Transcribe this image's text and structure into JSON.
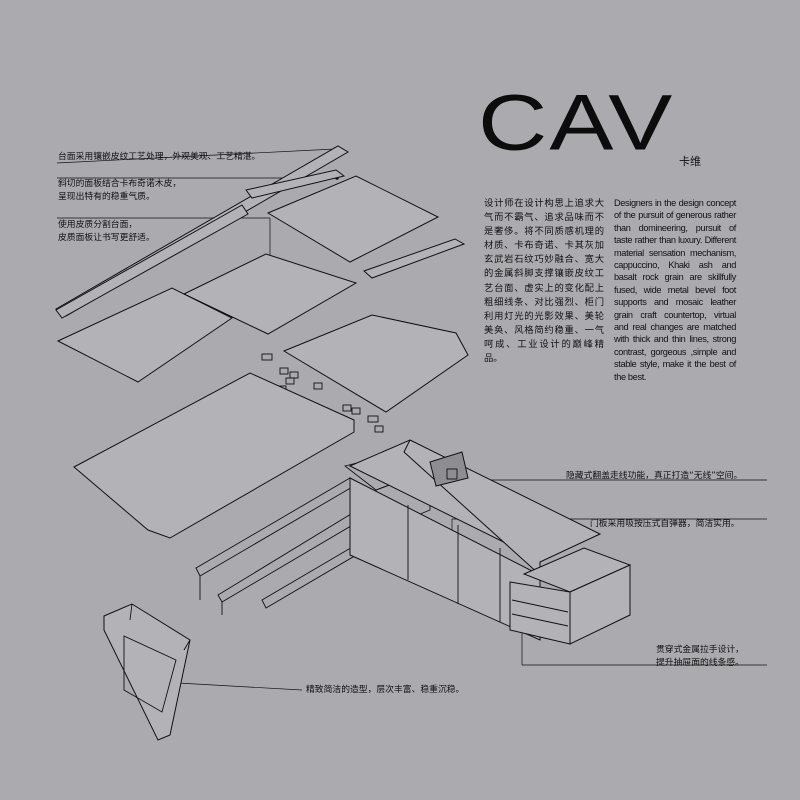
{
  "brand": {
    "logo": "CAV",
    "subtitle": "卡维"
  },
  "description": {
    "chinese": "设计师在设计构思上追求大气而不霸气、追求品味而不是奢侈。将不同质感机理的材质、卡布奇诺、卡其灰加玄武岩石纹巧妙融合、宽大的金属斜脚支撑镶嵌皮纹工艺台面、虚实上的变化配上粗细线条、对比强烈、柜门利用灯光的光影效果、美轮美奂、风格简约稳重、一气呵成、工业设计的巅峰精品。",
    "english": "Designers in the design concept of the pursuit of generous rather than domineering, pursuit of taste rather than luxury. Different material sensation mechanism, cappuccino, Khaki ash and basalt rock grain are skillfully fused, wide metal bevel foot supports and mosaic leather grain craft countertop, virtual and real changes are matched with thick and thin lines, strong contrast, gorgeous ,simple and stable style, make it the best of the best."
  },
  "annotations": {
    "top_surface": "台面采用镶嵌皮纹工艺处理，外观美观、工艺精湛。",
    "bevel_panel_line1": "斜切的面板结合卡布奇诺木皮，",
    "bevel_panel_line2": "呈现出特有的稳重气质。",
    "leather_line1": "使用皮质分割台面，",
    "leather_line2": "皮质面板让书写更舒适。",
    "hidden_cable": "隐藏式翻盖走线功能，真正打造“无线”空间。",
    "door_rebound": "门板采用吸按压式自弹器，简洁实用。",
    "handle_line1": "贯穿式金属拉手设计，",
    "handle_line2": "提升抽屉面的线条感。",
    "leg_shape": "精致简洁的造型，层次丰富、稳重沉稳。"
  }
}
